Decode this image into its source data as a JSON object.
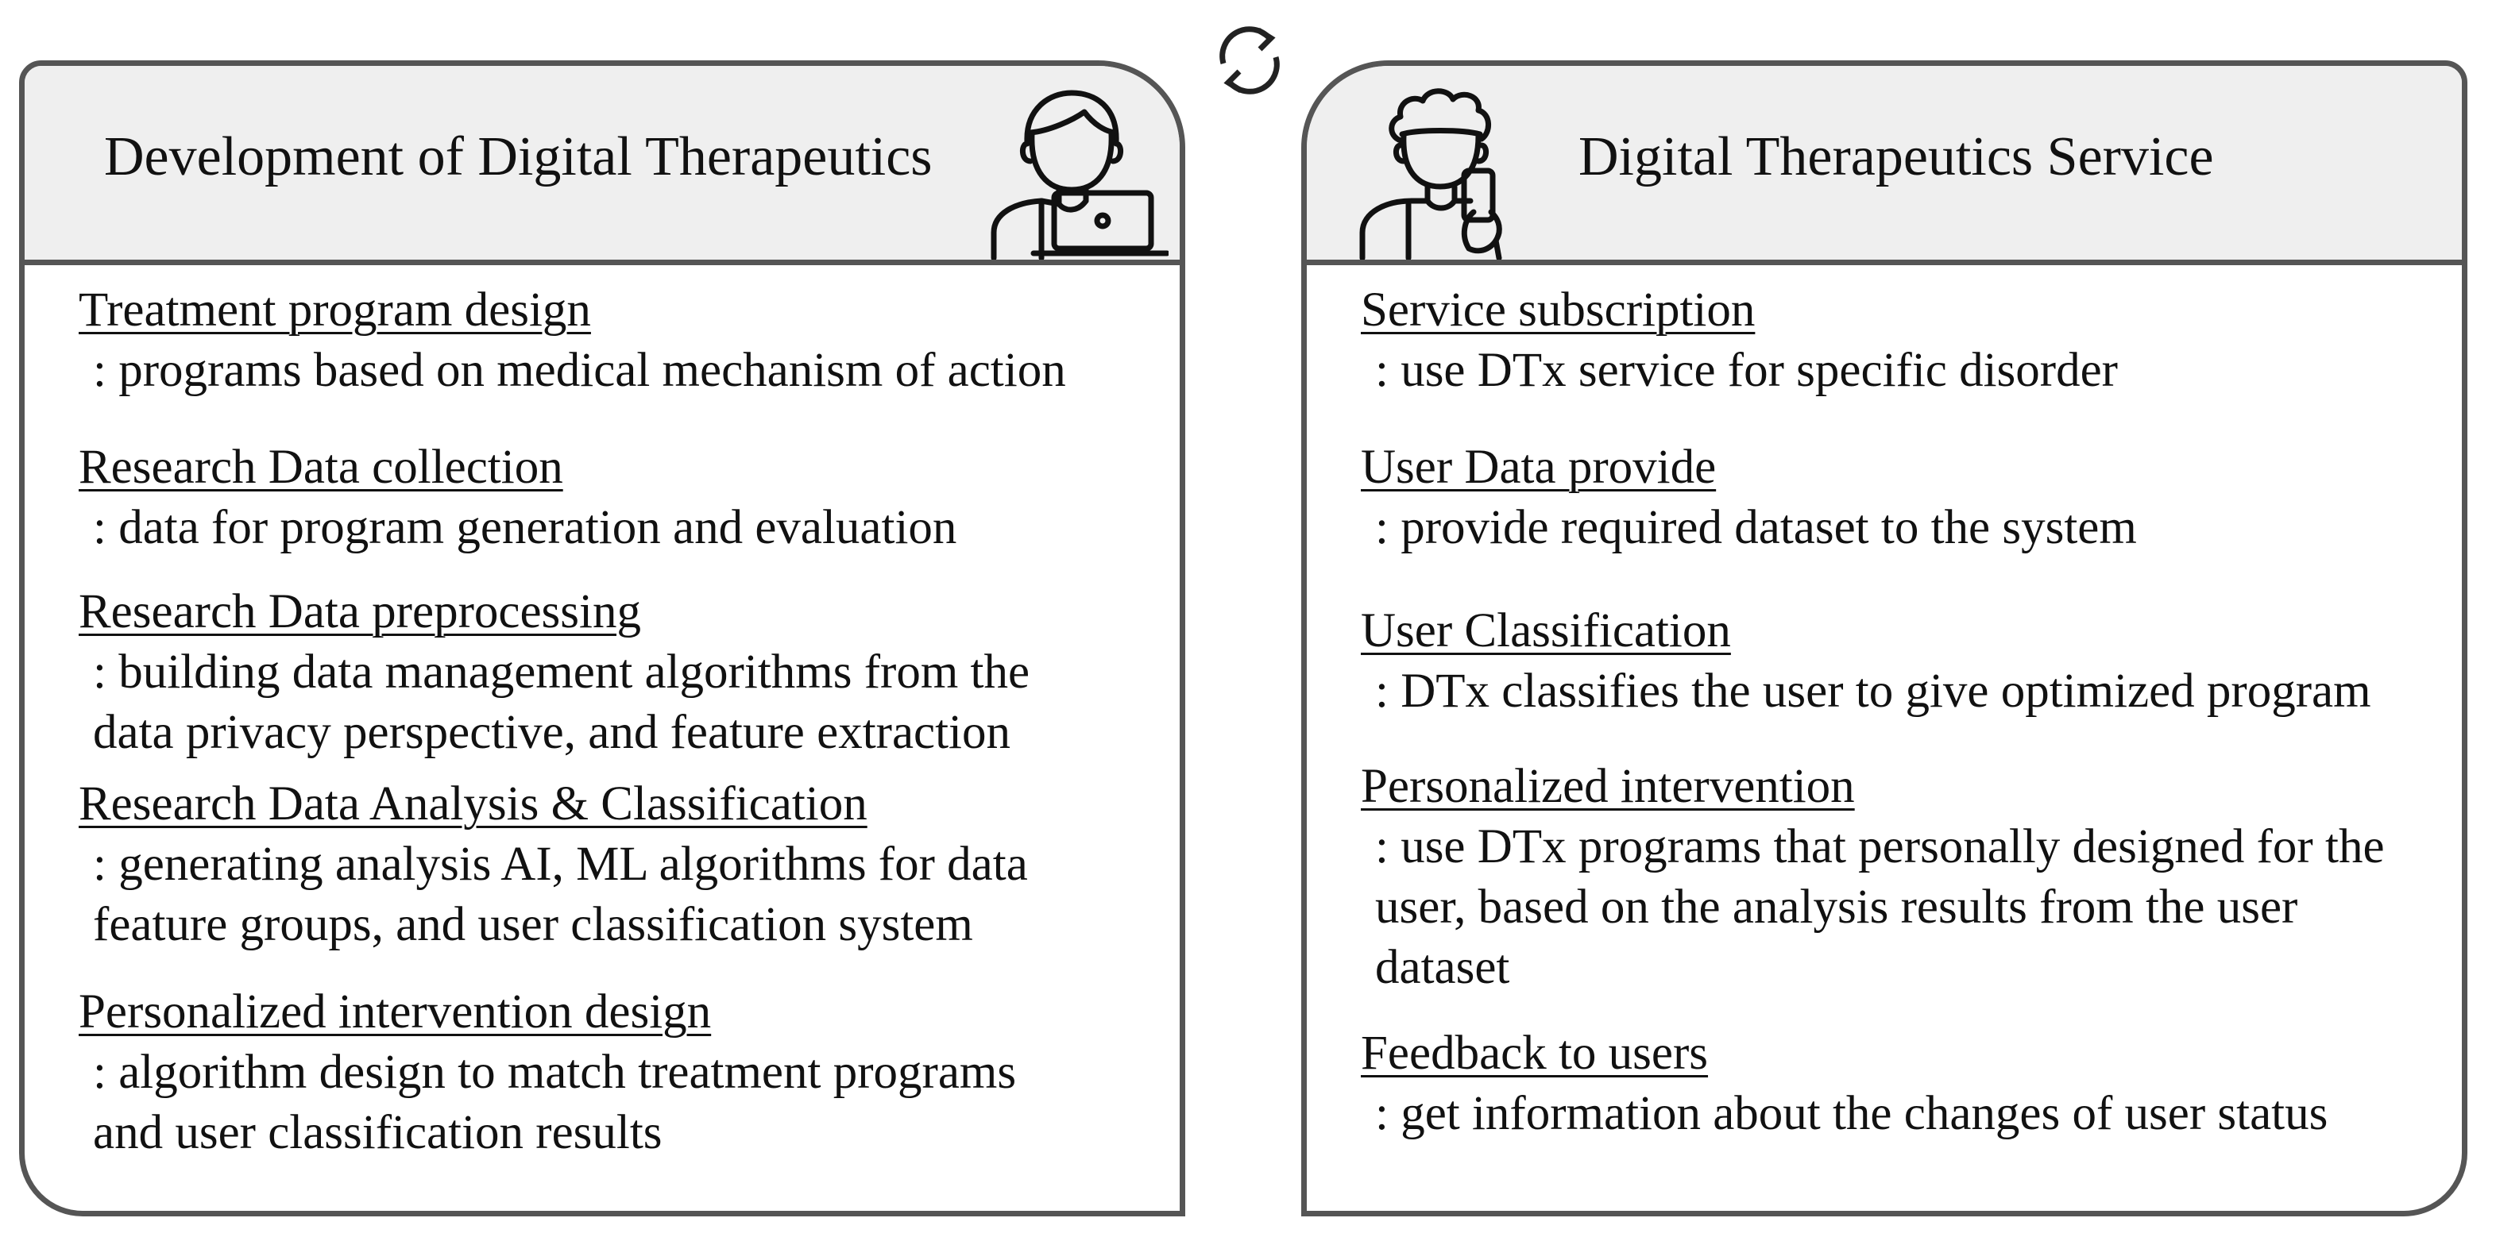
{
  "left_panel": {
    "title": "Development of Digital Therapeutics",
    "icon": "developer-with-laptop-icon",
    "items": [
      {
        "title": "Treatment program design",
        "desc": ": programs based on medical mechanism of action"
      },
      {
        "title": "Research Data collection",
        "desc": ": data for program generation and evaluation"
      },
      {
        "title": "Research Data preprocessing",
        "desc": ": building data management algorithms from the\n  data privacy perspective, and feature extraction"
      },
      {
        "title": "Research Data Analysis & Classification",
        "desc": ": generating analysis AI, ML algorithms for data\n  feature groups, and user classification system"
      },
      {
        "title": "Personalized intervention design",
        "desc": ":  algorithm design to match treatment programs\n  and user classification results"
      }
    ]
  },
  "right_panel": {
    "title": "Digital Therapeutics Service",
    "icon": "user-with-phone-icon",
    "items": [
      {
        "title": "Service subscription",
        "desc": ": use DTx service for specific disorder"
      },
      {
        "title": "User Data provide",
        "desc": ": provide required dataset to the system"
      },
      {
        "title": "User Classification",
        "desc": ": DTx classifies the user to give optimized program"
      },
      {
        "title": "Personalized intervention",
        "desc": ": use DTx programs that personally designed for the\n  user, based on the analysis results from the user\n  dataset"
      },
      {
        "title": "Feedback to users",
        "desc": ": get information about the changes of user status"
      }
    ]
  },
  "center_icon": "refresh-cycle-icon"
}
